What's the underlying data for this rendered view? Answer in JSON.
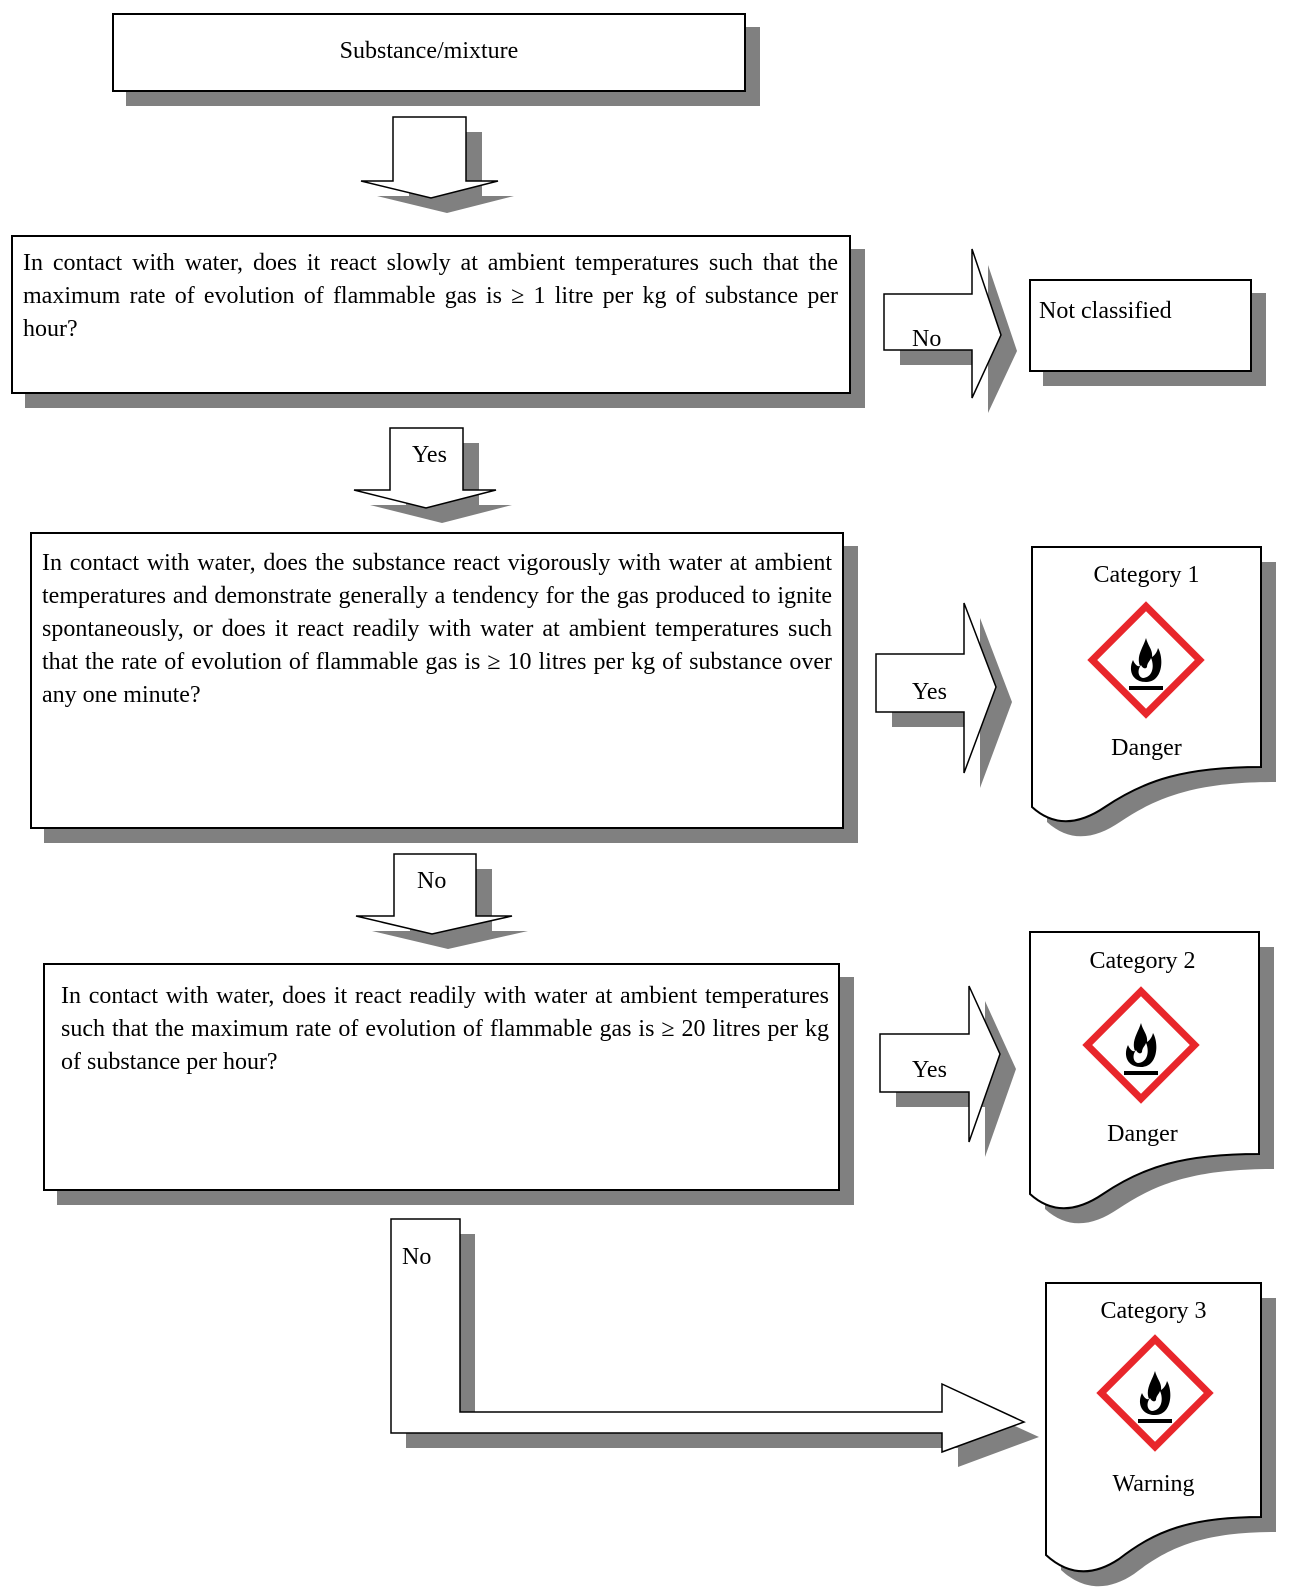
{
  "start": {
    "label": "Substance/mixture"
  },
  "questions": [
    {
      "text": "In contact with water, does it react slowly at ambient temperatures such that the maximum rate of evolution of flammable gas is ≥ 1 litre per kg of substance per hour?"
    },
    {
      "text": "In contact with water, does the substance react vigorously with water at ambient temperatures and demonstrate generally a tendency for the gas produced to ignite spontaneously, or does it react readily with water at ambient temperatures such that the rate of evolution of flammable gas is ≥ 10 litres per kg of substance over any one minute?"
    },
    {
      "text": "In contact with water, does it react readily with water at ambient temperatures such that the maximum rate of evolution of flammable gas is ≥ 20 litres per kg of substance per hour?"
    }
  ],
  "outcomes": {
    "not_classified": "Not classified",
    "category1": {
      "title": "Category 1",
      "signal_word": "Danger",
      "pictogram": "flame-icon"
    },
    "category2": {
      "title": "Category 2",
      "signal_word": "Danger",
      "pictogram": "flame-icon"
    },
    "category3": {
      "title": "Category 3",
      "signal_word": "Warning",
      "pictogram": "flame-icon"
    }
  },
  "arrows": {
    "q1_no": "No",
    "q1_yes": "Yes",
    "q2_yes": "Yes",
    "q2_no": "No",
    "q3_yes": "Yes",
    "q3_no": "No"
  },
  "colors": {
    "pictogram_border": "#e8262b",
    "shadow": "#808080"
  }
}
